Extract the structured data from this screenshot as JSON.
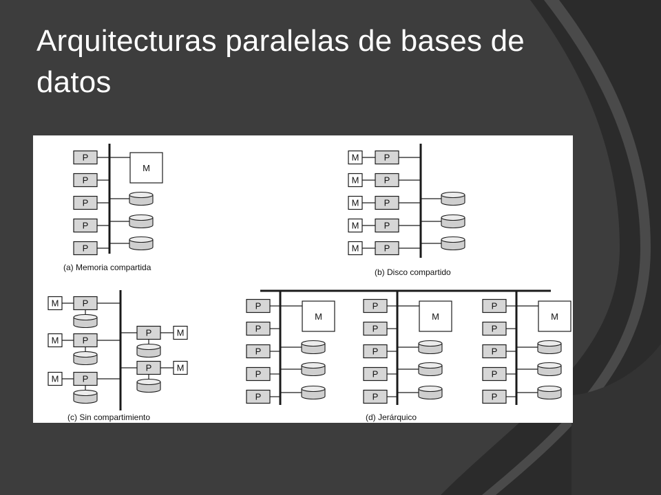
{
  "slide": {
    "title": "Arquitecturas paralelas de bases de datos"
  },
  "diagram": {
    "labels": {
      "processor": "P",
      "memory": "M"
    },
    "captions": {
      "a": "(a) Memoria compartida",
      "b": "(b) Disco compartido",
      "c": "(c) Sin compartimiento",
      "d": "(d) Jerárquico"
    }
  },
  "colors": {
    "background": "#3d3d3d",
    "background_shape": "#2b2b2b",
    "background_shape_light": "#484848",
    "panel": "#ffffff",
    "processor_fill": "#d6d6d6",
    "disk_fill": "#cfcfcf",
    "line": "#1a1a1a"
  }
}
